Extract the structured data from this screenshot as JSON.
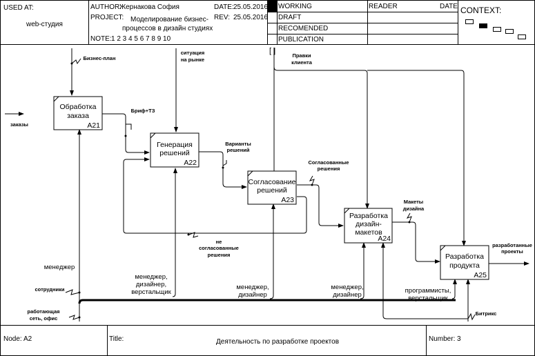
{
  "header": {
    "used_at_label": "USED AT:",
    "used_at_value": "web-студия",
    "author_label": "AUTHOR:",
    "author_value": "Жернакова София",
    "date_label": "DATE:",
    "date_value": "25.05.2016",
    "project_label": "PROJECT:",
    "project_value_line1": "Моделирование бизнес-",
    "project_value_line2": "процессов в дизайн студиях",
    "rev_label": "REV:",
    "rev_value": "25.05.2016",
    "note_label": "NOTE:",
    "note_value": "1 2 3 4 5 6 7 8 9 10",
    "status": [
      "WORKING",
      "DRAFT",
      "RECOMENDED",
      "PUBLICATION"
    ],
    "status_active": "WORKING",
    "reader_label": "READER",
    "reader_date_label": "DATE",
    "context_label": "CONTEXT:"
  },
  "footer": {
    "node_label": "Node:",
    "node_value": "A2",
    "title_label": "Title:",
    "title_value": "Деятельность по разработке проектов",
    "number_label": "Number:",
    "number_value": "3"
  },
  "boxes": [
    {
      "id": "A21",
      "lines": [
        "Обработка",
        "заказа"
      ]
    },
    {
      "id": "A22",
      "lines": [
        "Генерация",
        "решений"
      ]
    },
    {
      "id": "A23",
      "lines": [
        "Согласование",
        "решений"
      ]
    },
    {
      "id": "A24",
      "lines": [
        "Разработка",
        "дизайн-",
        "макетов"
      ]
    },
    {
      "id": "A25",
      "lines": [
        "Разработка",
        "продукта"
      ]
    }
  ],
  "arrows": {
    "biznes_plan": "Бизнес-план",
    "zakazy": "заказы",
    "brif_tz": "Бриф+ТЗ",
    "situacia_line1": "ситуация",
    "situacia_line2": "на рынке",
    "tunnel": "[ ]",
    "pravki_line1": "Правки",
    "pravki_line2": "клиента",
    "varianty_line1": "Варианты",
    "varianty_line2": "решений",
    "soglasovannye_line1": "Согласованные",
    "soglasovannye_line2": "решения",
    "makety_line1": "Макеты",
    "makety_line2": "дизайна",
    "razrabotannye_line1": "разработанные",
    "razrabotannye_line2": "проекты",
    "ne_sogl_line1": "не",
    "ne_sogl_line2": "согласованные",
    "ne_sogl_line3": "решения",
    "menedzher": "менеджер",
    "sotrudniki": "сотрудники",
    "rab_set_line1": "работающая",
    "rab_set_line2": "сеть, офис",
    "mdv_line1": "менеджер,",
    "mdv_line2": "дизайнер,",
    "mdv_line3": "верстальщик",
    "md1_line1": "менеджер,",
    "md1_line2": "дизайнер",
    "md2_line1": "менеджер,",
    "md2_line2": "дизайнер",
    "prog_line1": "программисты,",
    "prog_line2": "верстальщик",
    "bitrix": "Битрикс"
  }
}
